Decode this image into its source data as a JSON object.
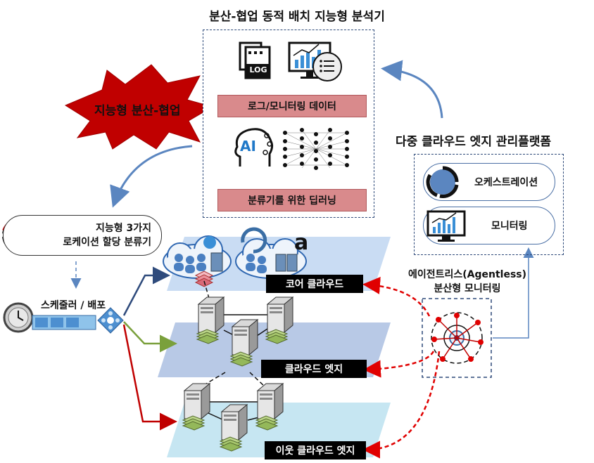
{
  "analyzer": {
    "title": "분산-협업 동적 배치 지능형 분석기",
    "log_icon_text": "LOG",
    "ai_icon_text": "AI",
    "bar1": "로그/모니터링 데이터",
    "bar2": "분류기를 위한 딥러닝"
  },
  "burst": {
    "label": "지능형 분산-협업"
  },
  "platform": {
    "title": "다중 클라우드 엣지 관리플랫폼",
    "items": [
      {
        "label": "오케스트레이션"
      },
      {
        "label": "모니터링"
      }
    ]
  },
  "classifier": {
    "line1": "지능형 3가지",
    "line2": "로케이션 할당 분류기"
  },
  "scheduler": {
    "label": "스케줄러 / 배포"
  },
  "layers": [
    {
      "label": "코어 클라우드"
    },
    {
      "label": "클라우드 엣지"
    },
    {
      "label": "이웃 클라우드 엣지"
    }
  ],
  "agentless": {
    "line1": "에이전트리스(Agentless)",
    "line2": "분산형 모니터링"
  },
  "cloud_logo_text": "a",
  "colors": {
    "arrow_blue": "#5b86c0",
    "arrow_green": "#7aa03c",
    "arrow_red": "#c00000",
    "dashed_red": "#e00000",
    "pink": "#d98a8c",
    "layer1": "#c9dcf3",
    "layer2": "#b8c9e6",
    "layer3": "#c6e6f2"
  }
}
